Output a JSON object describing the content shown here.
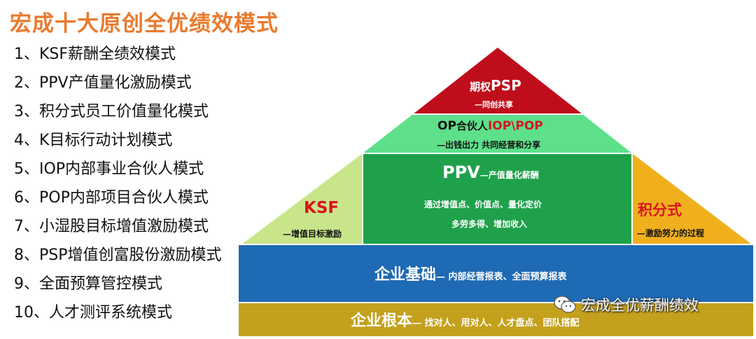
{
  "title": "宏成十大原创全优绩效模式",
  "modes": [
    "1、KSF薪酬全绩效模式",
    "2、PPV产值量化激励模式",
    "3、积分式员工价值量化模式",
    "4、K目标行动计划模式",
    "5、IOP内部事业合伙人模式",
    "6、POP内部项目合伙人模式",
    "7、小湿股目标增值激励模式",
    "8、PSP增值创富股份激励模式",
    "9、全面预算管控模式",
    "10、人才测评系统模式"
  ],
  "pyramid": {
    "psp": {
      "title_prefix": "期权",
      "title_main": "PSP",
      "sub": "—同创共享"
    },
    "op": {
      "title_prefix": "OP",
      "title_mid": "合伙人",
      "title_main": "IOP\\POP",
      "sub": "—出钱出力 共同经营和分享"
    },
    "ppv": {
      "title_main": "PPV",
      "title_sub": "—产值量化薪酬",
      "line1": "通过增值点、价值点、量化定价",
      "line2": "多劳多得、增加收入"
    },
    "ksf": {
      "title": "KSF",
      "sub": "—增值目标激励"
    },
    "points": {
      "title": "积分式",
      "sub": "—激励努力的过程"
    },
    "foundation": {
      "title": "企业基础",
      "sub": "— 内部经营报表、全面预算报表"
    },
    "root": {
      "title": "企业根本",
      "sub": "— 找对人、用对人、人才盘点、团队搭配"
    }
  },
  "colors": {
    "title": "#ea7a2e",
    "psp": "#c00d1b",
    "op": "#5ee08a",
    "ppv": "#1ea14a",
    "ksf": "#c9e58a",
    "points": "#f0b01e",
    "foundation": "#1e6ab5",
    "root": "#c4a11c",
    "accent_red": "#d9141e"
  },
  "watermark": {
    "text": "宏成全优薪酬绩效",
    "icon": "wechat-icon"
  }
}
